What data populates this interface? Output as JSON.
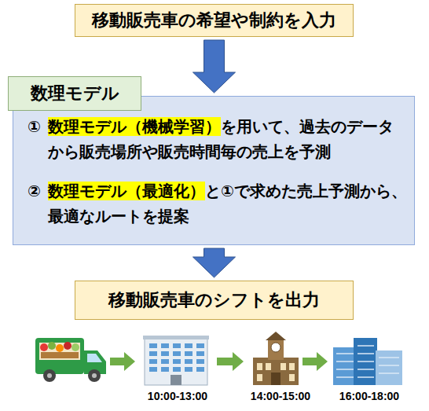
{
  "diagram": {
    "nodes": [
      {
        "text": [
          "移動販売車の希望や制約を入力"
        ]
      },
      {
        "text": [
          "①",
          "数理モデル（機械学習）",
          "を用いて、過去のデータ から販売場所や販売時間毎の売上を予測",
          "②",
          "数理モデル（最適化）",
          "と①で求めた売上予測から、 最適なルートを提案"
        ]
      },
      {
        "text": [
          "数理モデル"
        ],
        "in": 1
      },
      {
        "text": [
          "移動販売車のシフトを出力"
        ]
      }
    ],
    "edges": [
      {
        "from": 0,
        "to": 1,
        "arrow": "to"
      },
      {
        "from": 1,
        "to": 3,
        "arrow": "to"
      }
    ],
    "labels": [
      "10:00-13:00",
      "14:00-15:00",
      "16:00-18:00"
    ]
  }
}
